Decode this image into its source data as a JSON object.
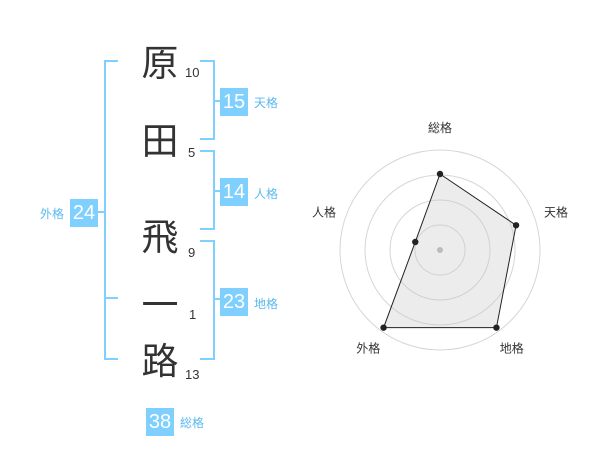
{
  "characters": [
    {
      "char": "原",
      "strokes": "10"
    },
    {
      "char": "田",
      "strokes": "5"
    },
    {
      "char": "飛",
      "strokes": "9"
    },
    {
      "char": "一",
      "strokes": "1"
    },
    {
      "char": "路",
      "strokes": "13"
    }
  ],
  "kaku": {
    "tenkaku": {
      "value": "15",
      "label": "天格"
    },
    "jinkaku": {
      "value": "14",
      "label": "人格"
    },
    "chikaku": {
      "value": "23",
      "label": "地格"
    },
    "gaikaku": {
      "value": "24",
      "label": "外格"
    },
    "soukaku": {
      "value": "38",
      "label": "総格"
    }
  },
  "chart_data": {
    "type": "radar",
    "axes": [
      "総格",
      "天格",
      "地格",
      "外格",
      "人格"
    ],
    "values": [
      0.76,
      0.8,
      0.96,
      0.96,
      0.26
    ],
    "max": 1,
    "rings": 4
  },
  "colors": {
    "accent": "#7fcfff",
    "label": "#5bb9ef",
    "text": "#333333"
  }
}
